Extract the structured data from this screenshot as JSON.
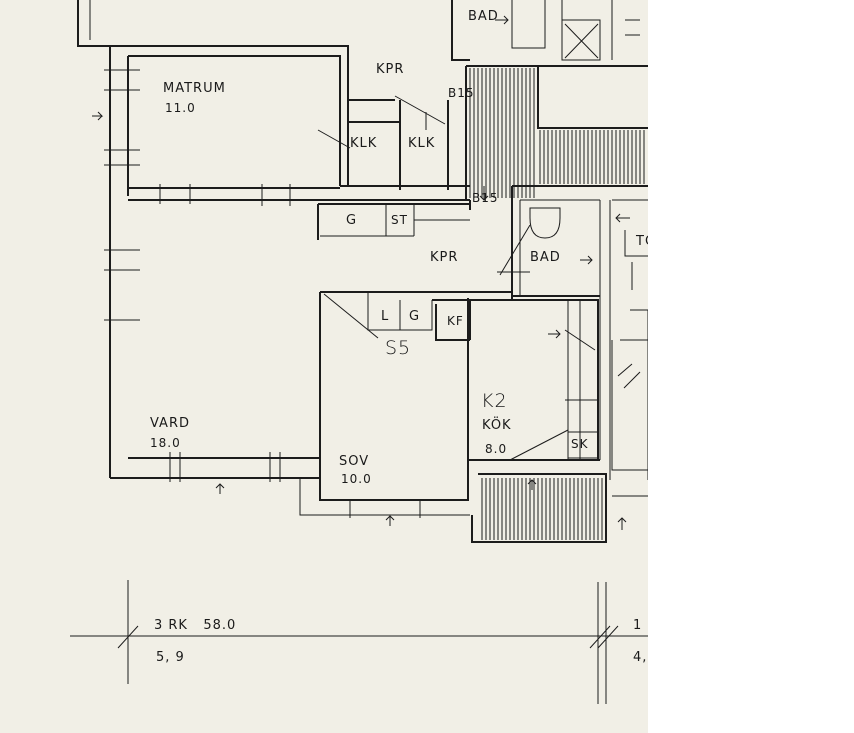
{
  "colors": {
    "paper": "#f1efe6",
    "ink": "#1c1c1c",
    "margin": "#ffffff"
  },
  "rooms": {
    "matrum": {
      "name": "MATRUM",
      "area": "11.0"
    },
    "vard": {
      "name": "VARD",
      "area": "18.0"
    },
    "sov": {
      "name": "SOV",
      "area": "10.0"
    },
    "kok": {
      "code": "K2",
      "name": "KÖK",
      "area": "8.0"
    },
    "bad_top": {
      "name": "BAD"
    },
    "bad_mid": {
      "name": "BAD"
    },
    "kpr_top": {
      "name": "KPR"
    },
    "kpr_mid": {
      "name": "KPR"
    },
    "b15_top": {
      "name": "B15"
    },
    "b15_mid": {
      "name": "B15"
    },
    "klk_left": {
      "name": "KLK"
    },
    "klk_right": {
      "name": "KLK"
    },
    "g_top": {
      "name": "G"
    },
    "st": {
      "name": "ST"
    },
    "l": {
      "name": "L"
    },
    "g_small": {
      "name": "G"
    },
    "kf": {
      "name": "KF"
    },
    "s5": {
      "name": "S5"
    },
    "sk": {
      "name": "SK"
    },
    "to": {
      "name": "TO"
    }
  },
  "dimensions": {
    "unit_label": "3 RK   58.0",
    "unit_width": "5, 9",
    "next_label": "1",
    "next_width": "4,"
  }
}
